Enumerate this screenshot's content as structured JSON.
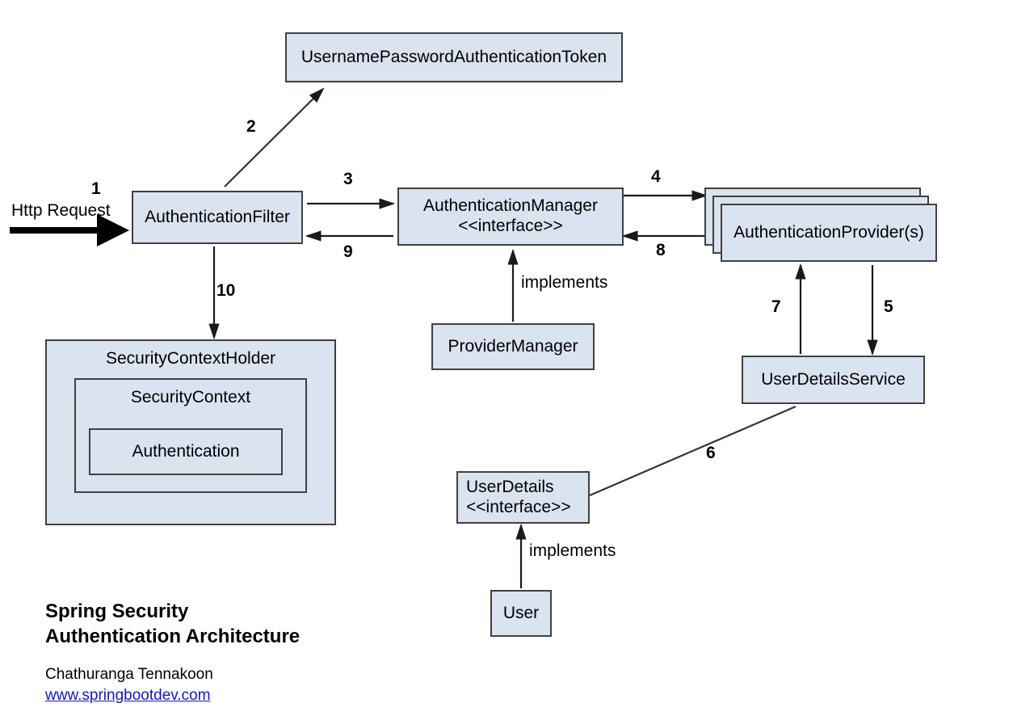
{
  "diagram": {
    "title_lines": [
      "Spring Security",
      "Authentication Architecture"
    ],
    "author": "Chathuranga Tennakoon",
    "website": "www.springbootdev.com",
    "background_color": "#ffffff",
    "node_fill_color": "#dae3f0",
    "node_border_color": "#404040",
    "link_color": "#1414d2",
    "nodes": {
      "token": "UsernamePasswordAuthenticationToken",
      "auth_filter": "AuthenticationFilter",
      "auth_manager_line1": "AuthenticationManager",
      "auth_manager_line2": "<<interface>>",
      "auth_provider": "AuthenticationProvider(s)",
      "provider_manager": "ProviderManager",
      "user_details_service": "UserDetailsService",
      "user_details_line1": "UserDetails",
      "user_details_line2": "<<interface>>",
      "user": "User",
      "security_context_holder": "SecurityContextHolder",
      "security_context": "SecurityContext",
      "authentication": "Authentication"
    },
    "edge_labels": {
      "http_request": "Http Request",
      "implements_manager": "implements",
      "implements_user": "implements"
    },
    "steps": {
      "s1": "1",
      "s2": "2",
      "s3": "3",
      "s4": "4",
      "s5": "5",
      "s6": "6",
      "s7": "7",
      "s8": "8",
      "s9": "9",
      "s10": "10"
    }
  }
}
